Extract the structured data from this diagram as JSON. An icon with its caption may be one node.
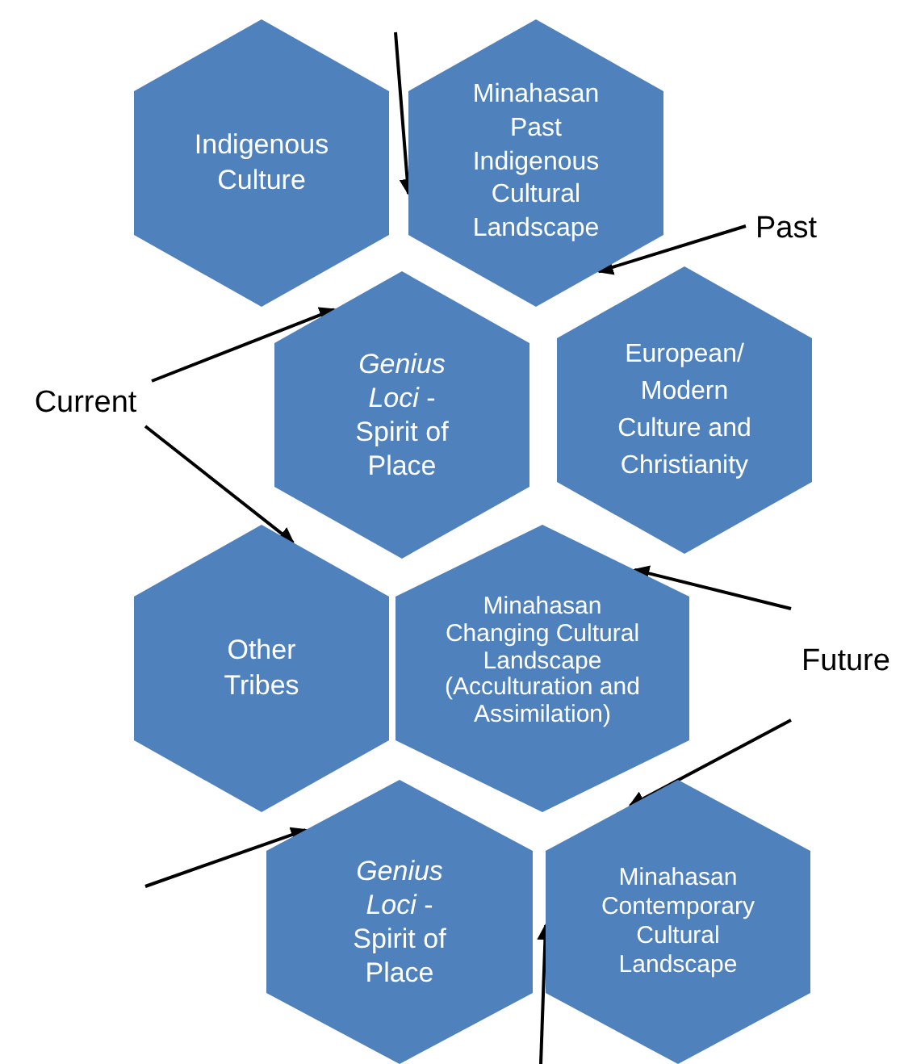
{
  "diagram": {
    "nodes": [
      {
        "text": [
          "Indigenous Culture"
        ]
      },
      {
        "text": [
          "Minahasan Past Indigenous Cultural Landscape"
        ]
      },
      {
        "text": [
          "*Genius Loci* - Spirit of Place"
        ]
      },
      {
        "text": [
          "European/ Modern Culture and Christianity"
        ]
      },
      {
        "text": [
          "Other Tribes"
        ]
      },
      {
        "text": [
          "Minahasan Changing Cultural Landscape (Acculturation and Assimilation)"
        ]
      },
      {
        "text": [
          "*Genius Loci* - Spirit of Place"
        ]
      },
      {
        "text": [
          "Minahasan Contemporary Cultural Landscape"
        ]
      },
      {
        "text": [
          "Past"
        ]
      },
      {
        "text": [
          "Current"
        ]
      },
      {
        "text": [
          "Future"
        ]
      }
    ],
    "edges": [
      {
        "from": null,
        "to": 1,
        "arrow": "to"
      },
      {
        "from": 8,
        "to": 1,
        "arrow": "to"
      },
      {
        "from": 9,
        "to": 2,
        "arrow": "to"
      },
      {
        "from": 9,
        "to": 4,
        "arrow": "to"
      },
      {
        "from": 10,
        "to": 5,
        "arrow": "to"
      },
      {
        "from": 10,
        "to": 7,
        "arrow": "to"
      },
      {
        "from": null,
        "to": 6,
        "arrow": "to"
      },
      {
        "from": null,
        "to": 7,
        "arrow": "to"
      }
    ]
  }
}
